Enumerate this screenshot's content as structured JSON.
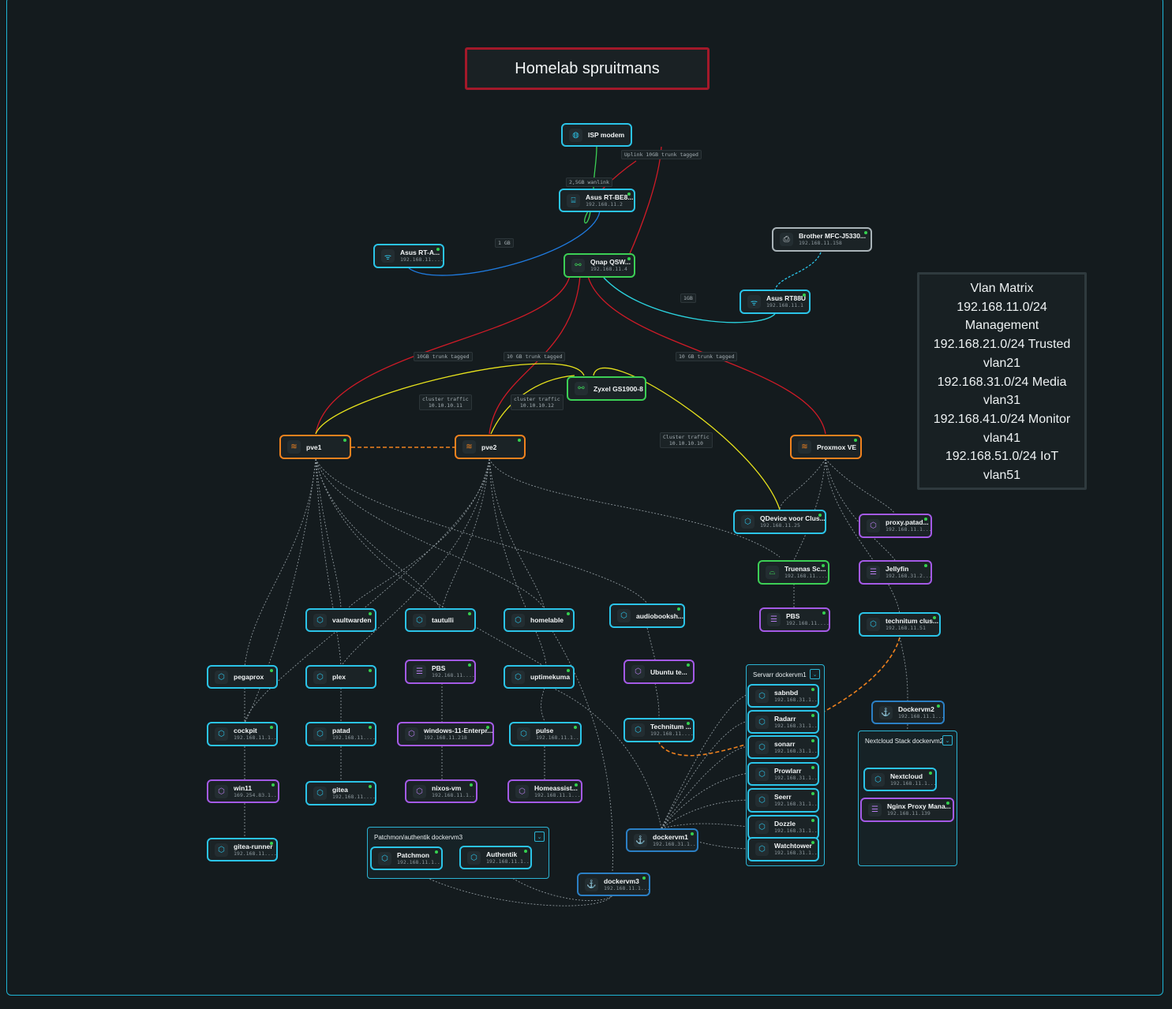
{
  "title": "Homelab spruitmans",
  "vlan_matrix": {
    "lines": [
      "Vlan Matrix",
      "192.168.11.0/24",
      "Management",
      "192.168.21.0/24 Trusted",
      "vlan21",
      "192.168.31.0/24 Media",
      "vlan31",
      "192.168.41.0/24 Monitor",
      "vlan41",
      "192.168.51.0/24 IoT",
      "vlan51"
    ]
  },
  "edge_labels": {
    "uplink": "Uplink 10GB trunk tagged",
    "wanlink": "2,5GB wanlink",
    "one_gb": "1 GB",
    "onegb_b": "1GB",
    "trunk_pve1": "10GB trunk tagged",
    "trunk_pve2": "10 GB trunk tagged",
    "trunk_prox": "10 GB trunk tagged",
    "cluster1_a": "cluster traffic",
    "cluster1_b": "10.10.10.11",
    "cluster2_a": "cluster traffic",
    "cluster2_b": "10.10.10.12",
    "cluster3_a": "Cluster traffic",
    "cluster3_b": "10.10.10.10"
  },
  "groups": {
    "servarr": "Servarr dockervm1",
    "nextcloud": "Nextcloud Stack dockervm2",
    "patchmon": "Patchmon/authentik dockervm3"
  },
  "nodes": {
    "isp": {
      "label": "ISP modem",
      "ip": ""
    },
    "asus_be": {
      "label": "Asus RT-BE8...",
      "ip": "192.168.11.2"
    },
    "asus_ra": {
      "label": "Asus RT-A...",
      "ip": "192.168.11...."
    },
    "qnap": {
      "label": "Qnap QSW...",
      "ip": "192.168.11.4"
    },
    "brother": {
      "label": "Brother MFC-J5330...",
      "ip": "192.168.11.158"
    },
    "asus88": {
      "label": "Asus RT88U",
      "ip": "192.168.11.1"
    },
    "zyxel": {
      "label": "Zyxel GS1900-8",
      "ip": ""
    },
    "pve1": {
      "label": "pve1",
      "ip": ""
    },
    "pve2": {
      "label": "pve2",
      "ip": ""
    },
    "proxmox": {
      "label": "Proxmox VE",
      "ip": ""
    },
    "qdevice": {
      "label": "QDevice voor Clus...",
      "ip": "192.168.11.25"
    },
    "proxy": {
      "label": "proxy.patad...",
      "ip": "192.168.11.1..."
    },
    "truenas": {
      "label": "Truenas Sc...",
      "ip": "192.168.11...."
    },
    "jellyfin": {
      "label": "Jellyfin",
      "ip": "192.168.31.2..."
    },
    "pbs_r": {
      "label": "PBS",
      "ip": "192.168.11...."
    },
    "technitium_c": {
      "label": "technitum clus...",
      "ip": "192.168.11.51"
    },
    "vaultwarden": {
      "label": "vaultwarden",
      "ip": ""
    },
    "tautulli": {
      "label": "tautulli",
      "ip": ""
    },
    "homelable": {
      "label": "homelable",
      "ip": ""
    },
    "audiobook": {
      "label": "audiobooksh...",
      "ip": ""
    },
    "pegaprox": {
      "label": "pegaprox",
      "ip": ""
    },
    "plex": {
      "label": "plex",
      "ip": ""
    },
    "pbs_m": {
      "label": "PBS",
      "ip": "192.168.11...."
    },
    "uptimekuma": {
      "label": "uptimekuma",
      "ip": ""
    },
    "ubuntu": {
      "label": "Ubuntu te...",
      "ip": ""
    },
    "cockpit": {
      "label": "cockpit",
      "ip": "192.168.11.1..."
    },
    "patad": {
      "label": "patad",
      "ip": "192.168.11...."
    },
    "win11ent": {
      "label": "windows-11-Enterpr...",
      "ip": "192.168.11.218"
    },
    "pulse": {
      "label": "pulse",
      "ip": "192.168.11.1..."
    },
    "technitium": {
      "label": "Technitum ...",
      "ip": "192.168.11...."
    },
    "win11": {
      "label": "win11",
      "ip": "169.254.83.1..."
    },
    "gitea": {
      "label": "gitea",
      "ip": "192.168.11...."
    },
    "nixos": {
      "label": "nixos-vm",
      "ip": "192.168.11.1..."
    },
    "homeassist": {
      "label": "Homeassist...",
      "ip": "192.168.11.1..."
    },
    "gitea_runner": {
      "label": "gitea-runner",
      "ip": "192.168.11...."
    },
    "patchmon": {
      "label": "Patchmon",
      "ip": "192.168.11.1..."
    },
    "authentik": {
      "label": "Authentik",
      "ip": "192.168.11.1..."
    },
    "dockervm3": {
      "label": "dockervm3",
      "ip": "192.168.11.1..."
    },
    "dockervm1": {
      "label": "dockervm1",
      "ip": "192.168.31.1..."
    },
    "sabnbd": {
      "label": "sabnbd",
      "ip": "192.168.31.1..."
    },
    "radarr": {
      "label": "Radarr",
      "ip": "192.168.31.1..."
    },
    "sonarr": {
      "label": "sonarr",
      "ip": "192.168.31.1..."
    },
    "prowlarr": {
      "label": "Prowlarr",
      "ip": "192.168.31.1..."
    },
    "seerr": {
      "label": "Seerr",
      "ip": "192.168.31.1..."
    },
    "dozzle": {
      "label": "Dozzle",
      "ip": "192.168.31.1..."
    },
    "watchtower": {
      "label": "Watchtower",
      "ip": "192.168.31.1..."
    },
    "dockervm2": {
      "label": "Dockervm2",
      "ip": "192.168.11.1..."
    },
    "nextcloud": {
      "label": "Nextcloud",
      "ip": "192.168.11.1..."
    },
    "nginx": {
      "label": "Nginx Proxy Mana...",
      "ip": "192.168.11.139"
    }
  },
  "colors": {
    "cyan": "#2bc4e8",
    "green": "#3ccf55",
    "orange": "#f0821e",
    "purple": "#a45ae6",
    "red": "#d01b27",
    "yellow": "#e8e31c",
    "title_border": "#a3192a"
  }
}
